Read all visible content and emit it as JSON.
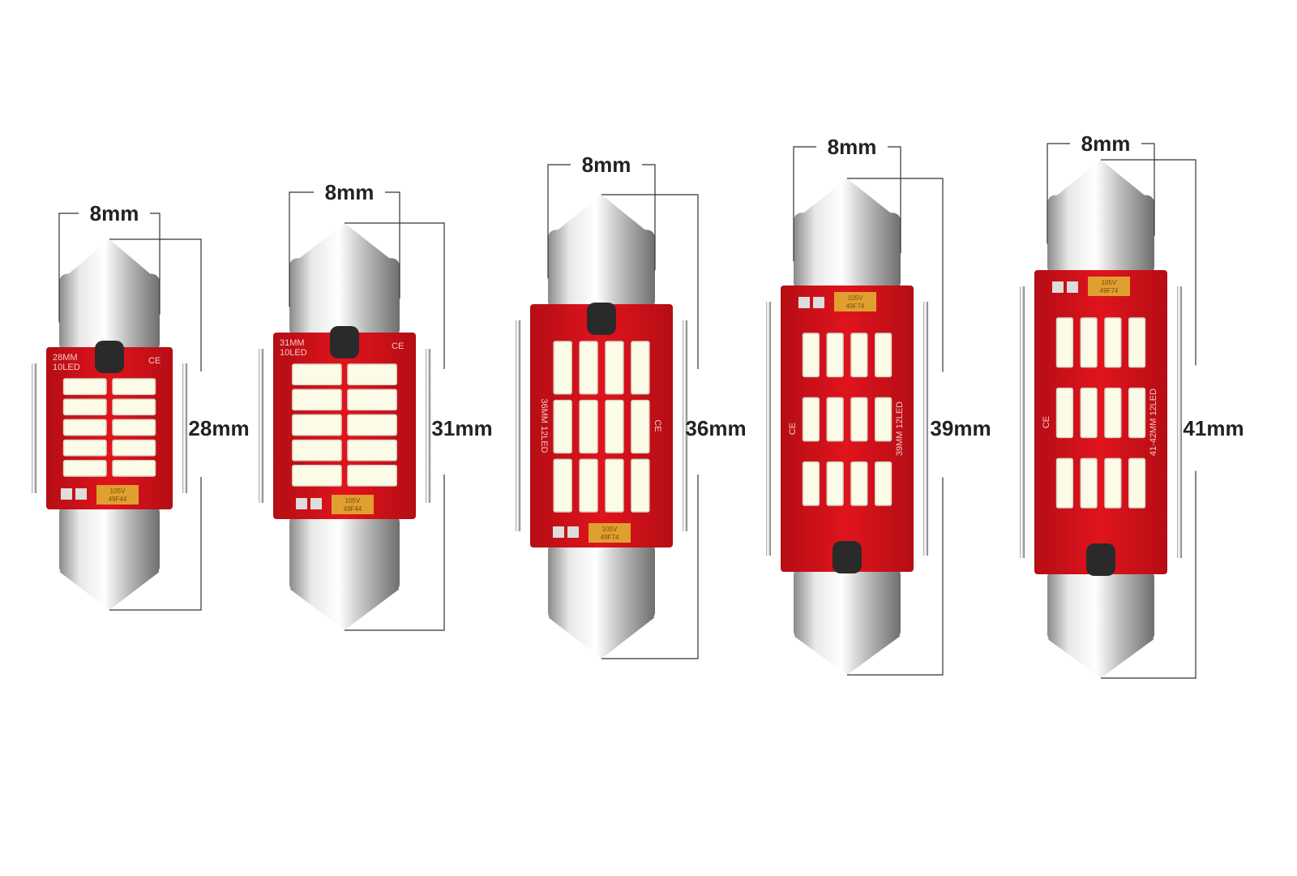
{
  "bulbs": [
    {
      "width_label": "8mm",
      "length_label": "28mm",
      "pcb_text": [
        "28MM",
        "10LED"
      ],
      "led_count": 10,
      "capacitor_text": [
        "105V",
        "49F44"
      ],
      "ce_mark": "CE"
    },
    {
      "width_label": "8mm",
      "length_label": "31mm",
      "pcb_text": [
        "31MM",
        "10LED"
      ],
      "led_count": 10,
      "capacitor_text": [
        "105V",
        "49F44"
      ],
      "ce_mark": "CE"
    },
    {
      "width_label": "8mm",
      "length_label": "36mm",
      "pcb_text": [
        "36MM",
        "12LED"
      ],
      "led_count": 12,
      "capacitor_text": [
        "105V",
        "49F74"
      ],
      "ce_mark": "CE"
    },
    {
      "width_label": "8mm",
      "length_label": "39mm",
      "pcb_text": [
        "39MM",
        "12LED"
      ],
      "led_count": 12,
      "capacitor_text": [
        "105V",
        "49F74"
      ],
      "ce_mark": "CE"
    },
    {
      "width_label": "8mm",
      "length_label": "41mm",
      "pcb_text": [
        "41-42MM",
        "12LED"
      ],
      "led_count": 12,
      "capacitor_text": [
        "105V",
        "49F74"
      ],
      "ce_mark": "CE"
    }
  ],
  "colors": {
    "pcb": "#d8121b",
    "led": "#fbfbe8",
    "metal": "#c9c9c9",
    "dimension_line": "#333333",
    "capacitor": "#e0a030"
  }
}
